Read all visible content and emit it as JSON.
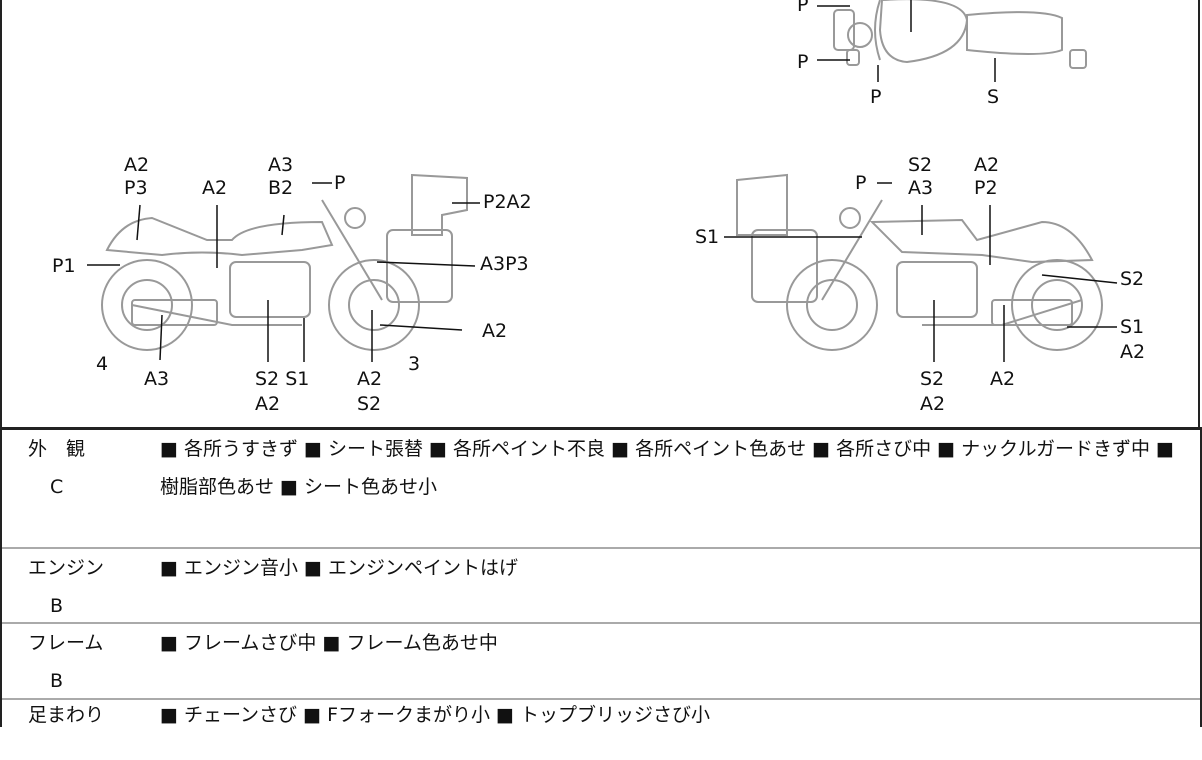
{
  "diagram": {
    "top_view_labels": [
      "P",
      "P",
      "P",
      "S"
    ],
    "left_side_labels": [
      "A2",
      "P3",
      "A2",
      "A3",
      "B2",
      "P",
      "P2A2",
      "P1",
      "A3P3",
      "A2",
      "4",
      "A3",
      "S2 S1",
      "A2",
      "A2",
      "S2",
      "3"
    ],
    "right_side_labels": [
      "P",
      "S2",
      "A3",
      "A2",
      "P2",
      "S1",
      "S2",
      "S1",
      "A2",
      "S2",
      "A2",
      "A2"
    ]
  },
  "rows": [
    {
      "category": "外　観",
      "grade": "C",
      "items": "■ 各所うすきず ■ シート張替 ■ 各所ペイント不良 ■ 各所ペイント色あせ ■ 各所さび中 ■ ナックルガードきず中 ■ 樹脂部色あせ ■ シート色あせ小"
    },
    {
      "category": "エンジン",
      "grade": "B",
      "items": "■ エンジン音小 ■ エンジンペイントはげ"
    },
    {
      "category": "フレーム",
      "grade": "B",
      "items": "■ フレームさび中 ■ フレーム色あせ中"
    },
    {
      "category": "足まわり",
      "grade": "",
      "items": "■ チェーンさび ■ Fフォークまがり小 ■ トップブリッジさび小"
    }
  ]
}
